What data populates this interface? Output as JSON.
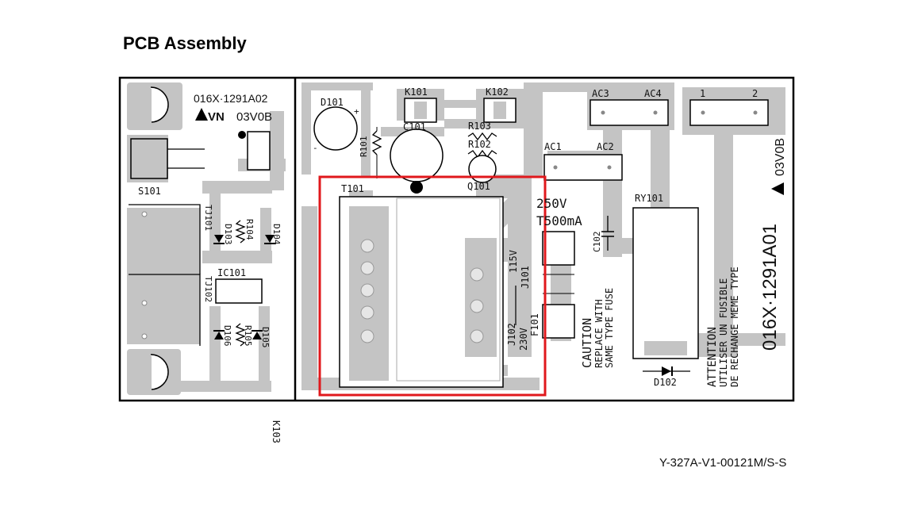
{
  "title": "PCB Assembly",
  "doc_code": "Y-327A-V1-00121M/S-S",
  "colors": {
    "trace": "#c4c4c4",
    "board_outline": "#000000",
    "highlight": "#e0181c"
  },
  "left_board": {
    "part_no": "016X·1291A02",
    "rev": "03V0B",
    "labels": {
      "k103": "K103",
      "s101": "S101",
      "tj101": "TJ101",
      "tj102": "TJ102",
      "d103": "D103",
      "r104": "R104",
      "d104": "D104",
      "ic101": "IC101",
      "d106": "D106",
      "r105": "R105",
      "d105": "D105"
    }
  },
  "right_board": {
    "part_no": "016X·1291A01",
    "rev": "03V0B",
    "labels": {
      "d101": "D101",
      "k101": "K101",
      "k102": "K102",
      "c101": "C101",
      "r101": "R101",
      "r103": "R103",
      "r102": "R102",
      "q101": "Q101",
      "t101": "T101",
      "ac1": "AC1",
      "ac2": "AC2",
      "ac3": "AC3",
      "ac4": "AC4",
      "p1": "1",
      "p2": "2",
      "ry101": "RY101",
      "c102": "C102",
      "d102": "D102",
      "j101": "J101",
      "j102": "J102",
      "f101": "F101",
      "v115": "115V",
      "v230": "230V",
      "v250": "250V",
      "fuse": "T500mA"
    },
    "caution": [
      "CAUTION",
      "REPLACE WITH",
      "SAME TYPE FUSE"
    ],
    "attention": [
      "ATTENTION",
      "UTILISER UN FUSIBLE",
      "DE RECHANGE MEME TYPE"
    ]
  }
}
